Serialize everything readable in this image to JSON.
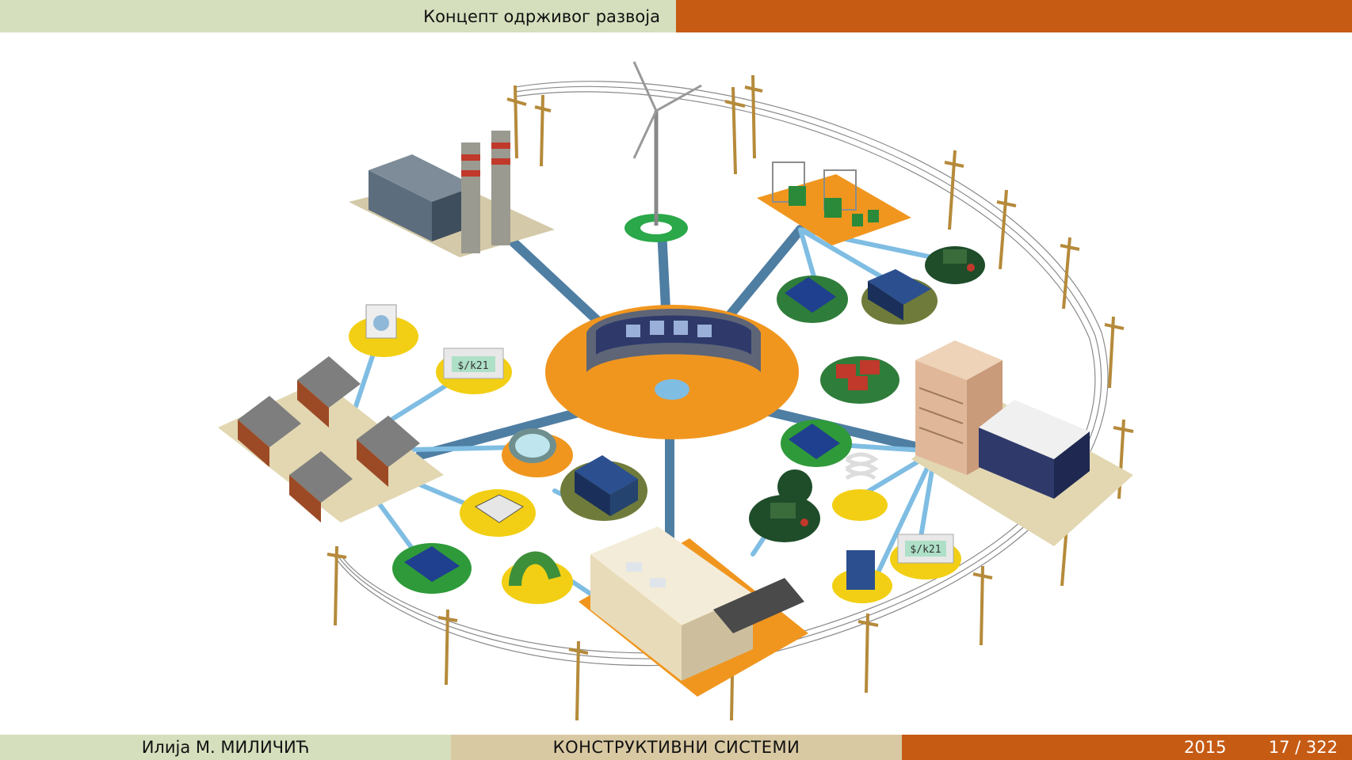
{
  "header": {
    "title": "Концепт одрживог развоја"
  },
  "illustration": {
    "meter_label_1": "$/k21",
    "meter_label_2": "$/k21"
  },
  "footer": {
    "author": "Илија М. МИЛИЧИЋ",
    "course": "КОНСТРУКТИВНИ СИСТЕМИ",
    "year": "2015",
    "page": "17 / 322"
  },
  "colors": {
    "header_left": "#d5dfbd",
    "accent_orange": "#c65b14",
    "footer_middle": "#d9c9a3"
  }
}
